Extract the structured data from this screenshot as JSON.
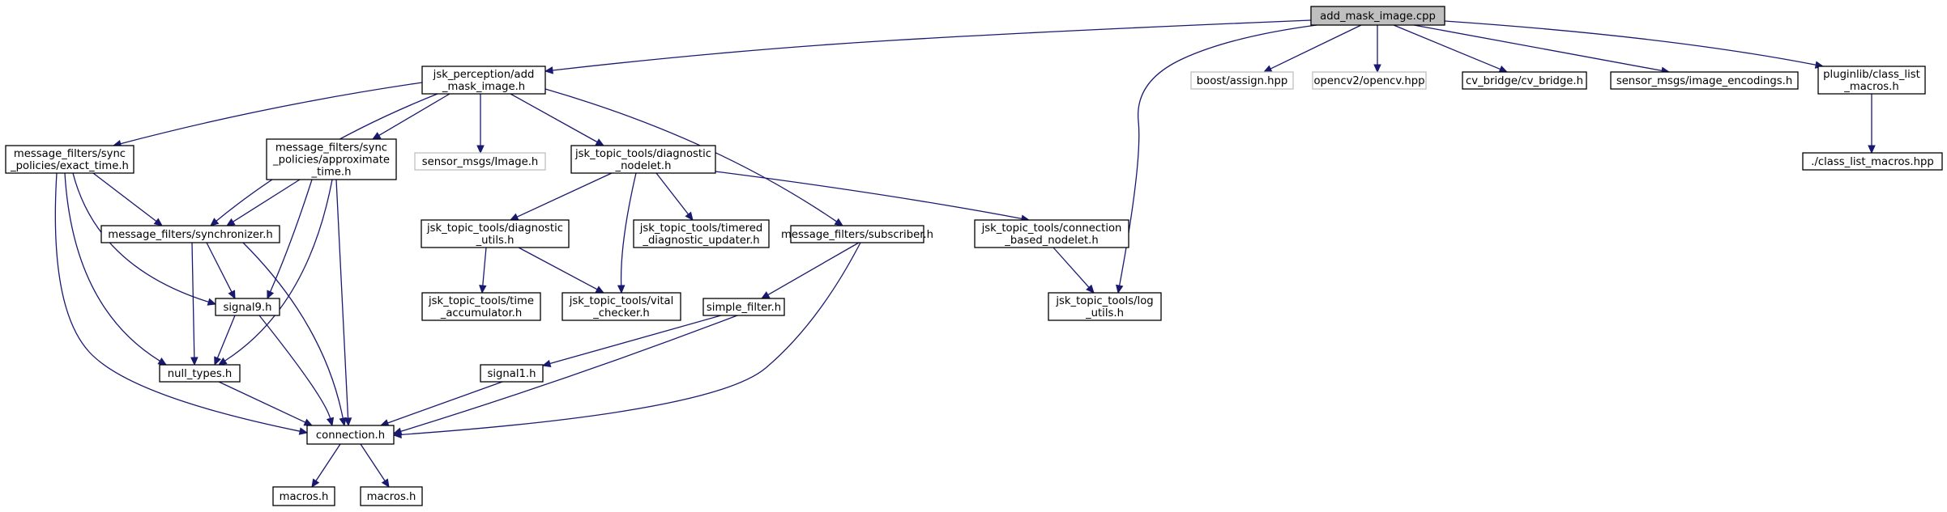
{
  "graph": {
    "title": "add_mask_image.cpp",
    "nodes": [
      {
        "id": "root",
        "lines": [
          "add_mask_image.cpp"
        ],
        "style": "root"
      },
      {
        "id": "jsk_perception_add_mask",
        "lines": [
          "jsk_perception/add",
          "_mask_image.h"
        ],
        "style": "normal"
      },
      {
        "id": "boost_assign",
        "lines": [
          "boost/assign.hpp"
        ],
        "style": "missing"
      },
      {
        "id": "opencv",
        "lines": [
          "opencv2/opencv.hpp"
        ],
        "style": "missing"
      },
      {
        "id": "cv_bridge",
        "lines": [
          "cv_bridge/cv_bridge.h"
        ],
        "style": "normal"
      },
      {
        "id": "image_encodings",
        "lines": [
          "sensor_msgs/image_encodings.h"
        ],
        "style": "normal"
      },
      {
        "id": "pluginlib",
        "lines": [
          "pluginlib/class_list",
          "_macros.h"
        ],
        "style": "normal"
      },
      {
        "id": "class_list_macros_hpp",
        "lines": [
          "./class_list_macros.hpp"
        ],
        "style": "normal"
      },
      {
        "id": "exact_time",
        "lines": [
          "message_filters/sync",
          "_policies/exact_time.h"
        ],
        "style": "normal"
      },
      {
        "id": "approximate_time",
        "lines": [
          "message_filters/sync",
          "_policies/approximate",
          "_time.h"
        ],
        "style": "normal"
      },
      {
        "id": "sensor_image",
        "lines": [
          "sensor_msgs/Image.h"
        ],
        "style": "missing"
      },
      {
        "id": "diagnostic_nodelet",
        "lines": [
          "jsk_topic_tools/diagnostic",
          "_nodelet.h"
        ],
        "style": "normal"
      },
      {
        "id": "synchronizer",
        "lines": [
          "message_filters/synchronizer.h"
        ],
        "style": "normal"
      },
      {
        "id": "diagnostic_utils",
        "lines": [
          "jsk_topic_tools/diagnostic",
          "_utils.h"
        ],
        "style": "normal"
      },
      {
        "id": "timered_updater",
        "lines": [
          "jsk_topic_tools/timered",
          "_diagnostic_updater.h"
        ],
        "style": "normal"
      },
      {
        "id": "subscriber",
        "lines": [
          "message_filters/subscriber.h"
        ],
        "style": "normal"
      },
      {
        "id": "connection_based_nodelet",
        "lines": [
          "jsk_topic_tools/connection",
          "_based_nodelet.h"
        ],
        "style": "normal"
      },
      {
        "id": "signal9",
        "lines": [
          "signal9.h"
        ],
        "style": "normal"
      },
      {
        "id": "time_accumulator",
        "lines": [
          "jsk_topic_tools/time",
          "_accumulator.h"
        ],
        "style": "normal"
      },
      {
        "id": "vital_checker",
        "lines": [
          "jsk_topic_tools/vital",
          "_checker.h"
        ],
        "style": "normal"
      },
      {
        "id": "simple_filter",
        "lines": [
          "simple_filter.h"
        ],
        "style": "normal"
      },
      {
        "id": "log_utils",
        "lines": [
          "jsk_topic_tools/log",
          "_utils.h"
        ],
        "style": "normal"
      },
      {
        "id": "null_types",
        "lines": [
          "null_types.h"
        ],
        "style": "normal"
      },
      {
        "id": "signal1",
        "lines": [
          "signal1.h"
        ],
        "style": "normal"
      },
      {
        "id": "connection",
        "lines": [
          "connection.h"
        ],
        "style": "normal"
      },
      {
        "id": "macros1",
        "lines": [
          "macros.h"
        ],
        "style": "normal"
      },
      {
        "id": "macros2",
        "lines": [
          "macros.h"
        ],
        "style": "normal"
      }
    ],
    "edges": [
      [
        "root",
        "jsk_perception_add_mask"
      ],
      [
        "root",
        "log_utils"
      ],
      [
        "root",
        "boost_assign"
      ],
      [
        "root",
        "opencv"
      ],
      [
        "root",
        "cv_bridge"
      ],
      [
        "root",
        "image_encodings"
      ],
      [
        "root",
        "pluginlib"
      ],
      [
        "pluginlib",
        "class_list_macros_hpp"
      ],
      [
        "jsk_perception_add_mask",
        "exact_time"
      ],
      [
        "jsk_perception_add_mask",
        "synchronizer"
      ],
      [
        "jsk_perception_add_mask",
        "approximate_time"
      ],
      [
        "jsk_perception_add_mask",
        "sensor_image"
      ],
      [
        "jsk_perception_add_mask",
        "diagnostic_nodelet"
      ],
      [
        "jsk_perception_add_mask",
        "subscriber"
      ],
      [
        "exact_time",
        "synchronizer"
      ],
      [
        "exact_time",
        "signal9"
      ],
      [
        "exact_time",
        "null_types"
      ],
      [
        "exact_time",
        "connection"
      ],
      [
        "approximate_time",
        "synchronizer"
      ],
      [
        "approximate_time",
        "signal9"
      ],
      [
        "approximate_time",
        "null_types"
      ],
      [
        "approximate_time",
        "connection"
      ],
      [
        "synchronizer",
        "signal9"
      ],
      [
        "synchronizer",
        "null_types"
      ],
      [
        "synchronizer",
        "connection"
      ],
      [
        "signal9",
        "null_types"
      ],
      [
        "signal9",
        "connection"
      ],
      [
        "null_types",
        "connection"
      ],
      [
        "diagnostic_nodelet",
        "diagnostic_utils"
      ],
      [
        "diagnostic_nodelet",
        "vital_checker"
      ],
      [
        "diagnostic_nodelet",
        "timered_updater"
      ],
      [
        "diagnostic_nodelet",
        "connection_based_nodelet"
      ],
      [
        "diagnostic_utils",
        "time_accumulator"
      ],
      [
        "diagnostic_utils",
        "vital_checker"
      ],
      [
        "connection_based_nodelet",
        "log_utils"
      ],
      [
        "subscriber",
        "simple_filter"
      ],
      [
        "subscriber",
        "connection"
      ],
      [
        "simple_filter",
        "signal1"
      ],
      [
        "simple_filter",
        "connection"
      ],
      [
        "signal1",
        "connection"
      ],
      [
        "connection",
        "macros1"
      ],
      [
        "connection",
        "macros2"
      ]
    ],
    "colors": {
      "edge": "#191970",
      "root_fill": "#bfbfbf",
      "missing_border": "#bfbfbf",
      "node_border": "#000000"
    }
  }
}
